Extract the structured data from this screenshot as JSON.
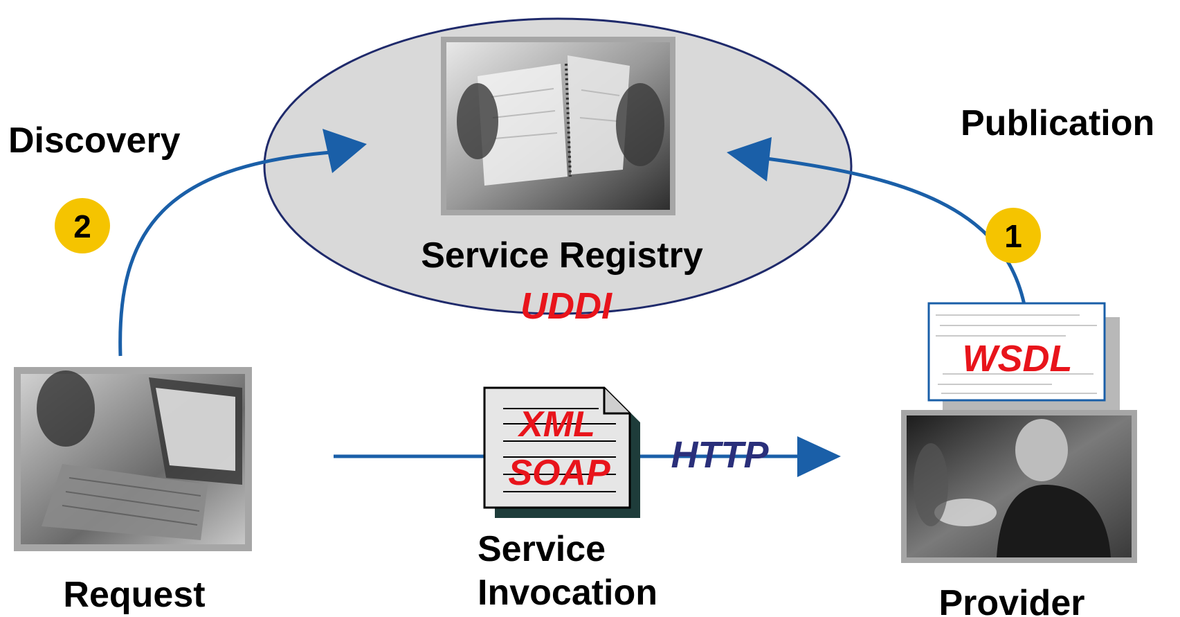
{
  "labels": {
    "discovery": "Discovery",
    "publication": "Publication",
    "service_registry": "Service Registry",
    "uddi": "UDDI",
    "request": "Request",
    "service_invocation_line1": "Service",
    "service_invocation_line2": "Invocation",
    "provider": "Provider",
    "wsdl": "WSDL",
    "xml": "XML",
    "soap": "SOAP",
    "http": "HTTP"
  },
  "steps": {
    "discovery_number": "2",
    "publication_number": "1"
  },
  "colors": {
    "arrow": "#1a5fa8",
    "registry_fill": "#d9d9d9",
    "registry_stroke": "#1f2a6b",
    "badge": "#f5c400",
    "accent_red": "#e8141b",
    "http_text": "#2a2f7a",
    "photo_frame": "#a6a6a6"
  },
  "images": {
    "registry_photo": "photo-of-hands-flipping-spiral-notebook",
    "request_photo": "photo-of-man-typing-at-computer",
    "provider_photo": "photo-of-businessman-on-phone"
  }
}
